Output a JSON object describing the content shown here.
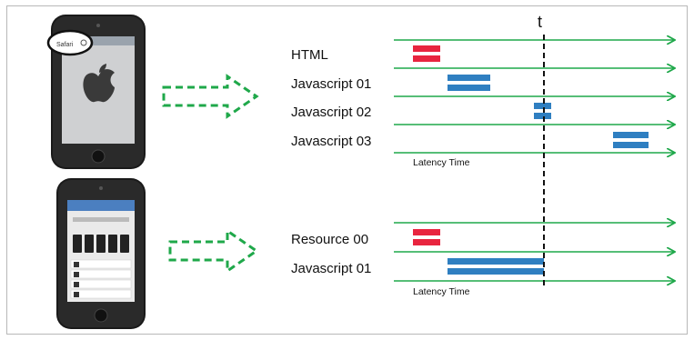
{
  "top_diagram": {
    "rows": [
      {
        "label": "HTML",
        "color": "#e8253f"
      },
      {
        "label": "Javascript 01",
        "color": "#2f7fc1"
      },
      {
        "label": "Javascript 02",
        "color": "#2f7fc1"
      },
      {
        "label": "Javascript 03",
        "color": "#2f7fc1"
      }
    ],
    "latency_label": "Latency Time"
  },
  "bottom_diagram": {
    "rows": [
      {
        "label": "Resource 00",
        "color": "#e8253f"
      },
      {
        "label": "Javascript 01",
        "color": "#2f7fc1"
      }
    ],
    "latency_label": "Latency Time"
  },
  "time_marker": "t",
  "colors": {
    "arrow_green": "#1fa84a",
    "phone_black": "#1a1a1a"
  },
  "icons": [
    "phone-apple-logo-icon",
    "phone-app-store-icon",
    "dashed-arrow-icon"
  ]
}
